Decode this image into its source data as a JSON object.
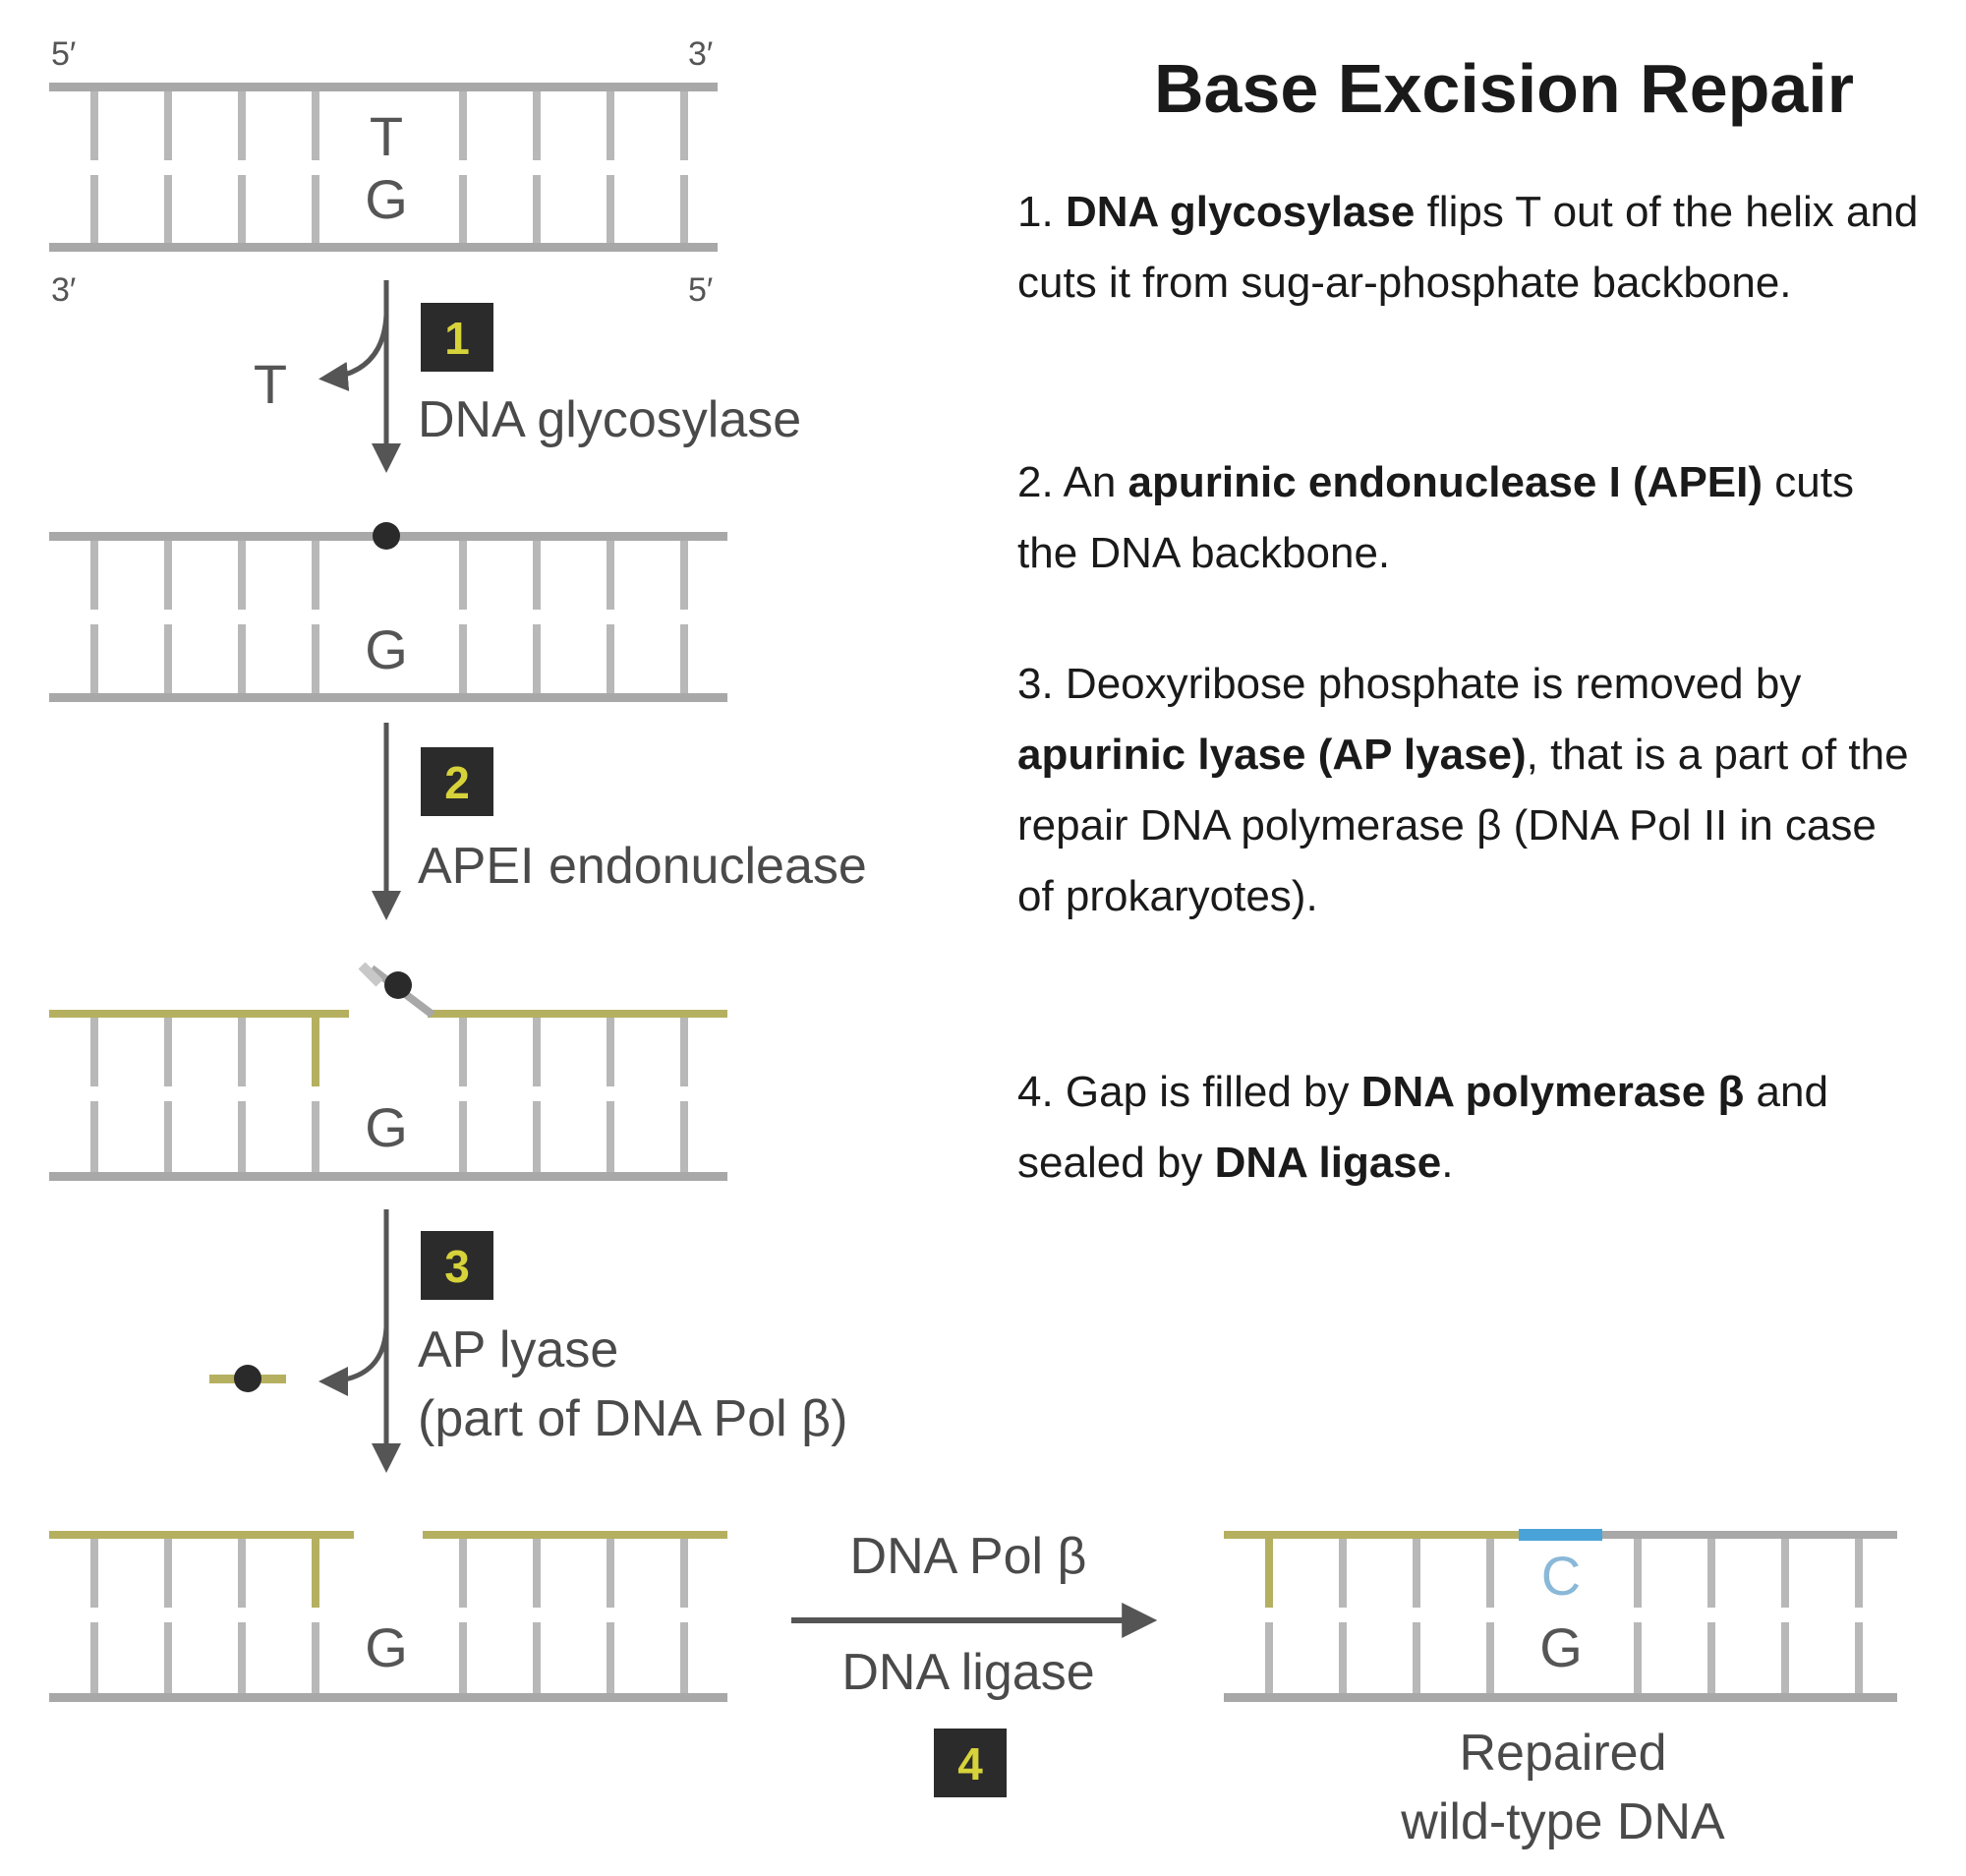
{
  "title": "Base Excision Repair",
  "primes": {
    "five": "5′",
    "three": "3′"
  },
  "bases": {
    "template": "G",
    "damaged": "T",
    "excised": "T",
    "inserted": "C"
  },
  "steps": [
    {
      "num": "1",
      "enzyme": "DNA glycosylase"
    },
    {
      "num": "2",
      "enzyme": "APEI endonuclease"
    },
    {
      "num": "3",
      "enzyme_line1": "AP lyase",
      "enzyme_line2": "(part of DNA Pol β)"
    },
    {
      "num": "4",
      "enzyme_top": "DNA Pol β",
      "enzyme_bottom": "DNA ligase"
    }
  ],
  "result_label": {
    "line1": "Repaired",
    "line2": "wild-type DNA"
  },
  "descriptions": [
    {
      "n": "1.",
      "bold1": "DNA glycosylase",
      "text1": " flips T out of the helix and cuts it from sug-ar-phosphate backbone."
    },
    {
      "n": "2. An ",
      "bold1": "apurinic endonuclease I (APEI)",
      "text1": " cuts the DNA backbone."
    },
    {
      "n": "3. Deoxyribose phosphate is removed by ",
      "bold1": "apurinic lyase (AP lyase)",
      "text1": ", that is a part of the repair DNA polymerase β (DNA Pol II in case of prokaryotes)."
    },
    {
      "n": "4. Gap is filled by ",
      "bold1": "DNA polymerase β",
      "text1": " and sealed by ",
      "bold2": "DNA ligase",
      "text2": "."
    }
  ],
  "colors": {
    "backbone": "#a8a8a8",
    "rung": "#b8b8b8",
    "new_strand": "#b5b060",
    "repair_patch": "#4aa3d8",
    "badge": "#2b2b2b",
    "badge_text": "#d6d23a",
    "arrow": "#555555"
  }
}
